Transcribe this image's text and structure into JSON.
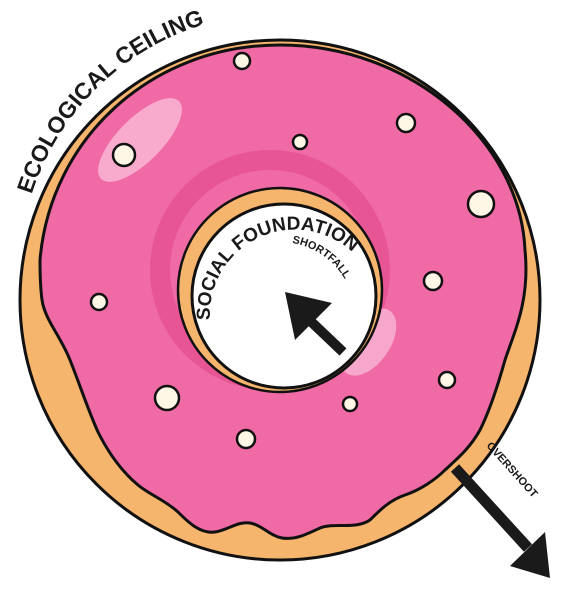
{
  "labels": {
    "ecological_ceiling": "ECOLOGICAL CEILING",
    "social_foundation": "SOCIAL FOUNDATION",
    "shortfall": "SHORTFALL",
    "overshoot": "OVERSHOOT"
  },
  "colors": {
    "dough": "#f6b56c",
    "icing": "#f06aa6",
    "icing_shade": "#e44d8e",
    "icing_highlight": "#f9b6d4",
    "sprinkle": "#fff7e6",
    "outline": "#111111",
    "arrow": "#1a1a1a"
  }
}
